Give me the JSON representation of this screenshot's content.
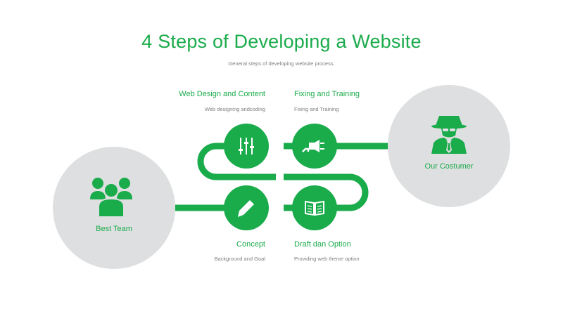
{
  "header": {
    "title": "4 Steps of Developing a Website",
    "subtitle": "General steps of developing website process."
  },
  "colors": {
    "accent": "#1aab4b",
    "circle_fill": "#dedfe0",
    "muted_text": "#7f7f7f"
  },
  "start_node": {
    "label": "Best Team",
    "icon": "team-icon"
  },
  "end_node": {
    "label": "Our Costumer",
    "icon": "spy-agent-icon"
  },
  "steps": [
    {
      "title": "Web Design and Content",
      "description": "Web designing andcoding",
      "icon": "sliders-icon"
    },
    {
      "title": "Fixing and Training",
      "description": "Fixing and Training",
      "icon": "plug-icon"
    },
    {
      "title": "Concept",
      "description": "Background and Goal",
      "icon": "pencil-icon"
    },
    {
      "title": "Draft dan Option",
      "description": "Providing web theme option",
      "icon": "open-book-icon"
    }
  ]
}
